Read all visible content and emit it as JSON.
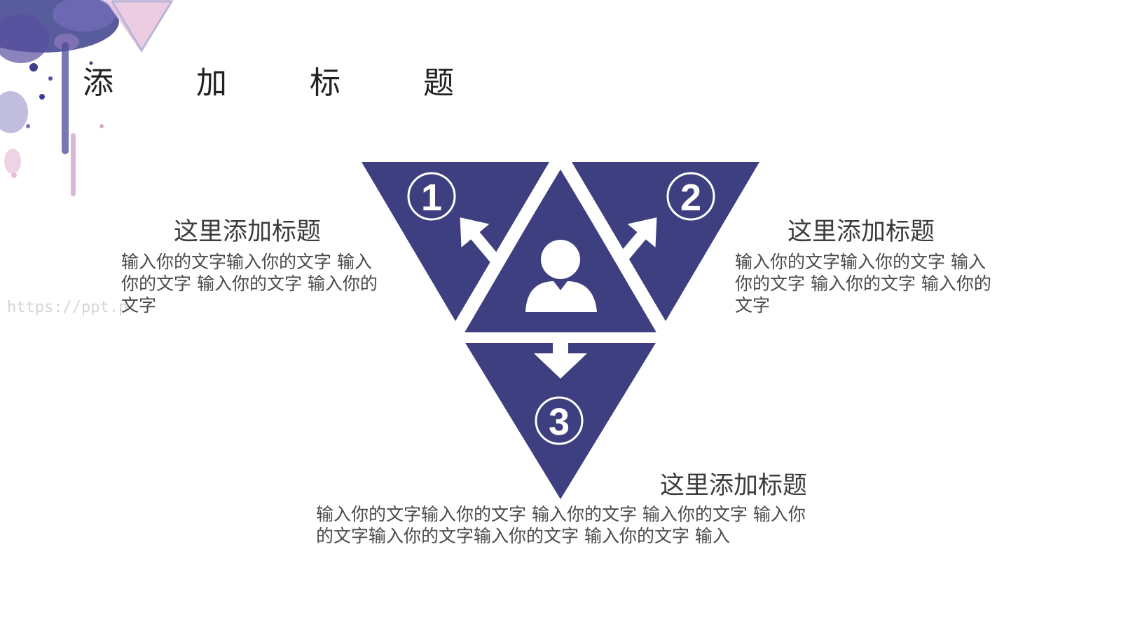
{
  "slide": {
    "title": "添 加 标 题",
    "watermark": "https://ppt.p",
    "accent_color": "#3d3f80"
  },
  "blocks": [
    {
      "number": "1",
      "heading": "这里添加标题",
      "text": "输入你的文字输入你的文字  输入你的文字  输入你的文字  输入你的文字"
    },
    {
      "number": "2",
      "heading": "这里添加标题",
      "text": "输入你的文字输入你的文字  输入你的文字  输入你的文字  输入你的文字"
    },
    {
      "number": "3",
      "heading": "这里添加标题",
      "text": "输入你的文字输入你的文字 输入你的文字 输入你的文字 输入你的文字输入你的文字输入你的文字 输入你的文字 输入"
    }
  ],
  "icons": {
    "center": "person-icon",
    "arrows": [
      "arrow-up-left-icon",
      "arrow-up-right-icon",
      "arrow-down-icon"
    ]
  }
}
